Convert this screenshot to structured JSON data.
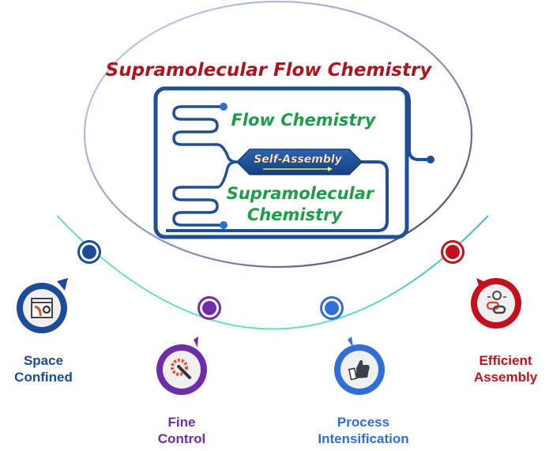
{
  "title": "Supramolecular Flow Chemistry",
  "chip": {
    "top_label": "Flow Chemistry",
    "center_label": "Self-Assembly",
    "bottom_label_line1": "Supramolecular",
    "bottom_label_line2": "Chemistry"
  },
  "features": [
    {
      "line1": "Space",
      "line2": "Confined",
      "icon": "window-gear-icon",
      "color": "#1c4b9a"
    },
    {
      "line1": "Fine",
      "line2": "Control",
      "icon": "gear-wrench-icon",
      "color": "#6f2da8"
    },
    {
      "line1": "Process",
      "line2": "Intensification",
      "icon": "thumbs-up-icon",
      "color": "#2f6fd6"
    },
    {
      "line1": "Efficient",
      "line2": "Assembly",
      "icon": "link-plus-icon",
      "color": "#c4101a"
    }
  ],
  "colors": {
    "title": "#b0141e",
    "green_text": "#1f9e4a",
    "chip_blue": "#1f4f96",
    "arc": "#5ee3b0"
  }
}
